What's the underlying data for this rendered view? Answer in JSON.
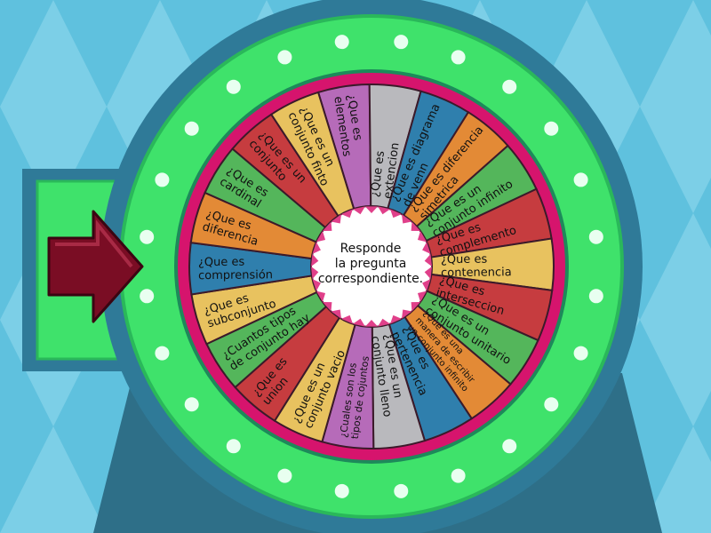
{
  "colors": {
    "background": "#5fc1de",
    "background_diamond": "#7ccfe7",
    "stand": "#2e6f88",
    "rim_outer": "#2f7a98",
    "rim_green": "#3fe26b",
    "rim_pink": "#d6146d",
    "pointer": "#7a0d24",
    "light": "#e8fff0"
  },
  "wheel": {
    "center_text": [
      "Responde",
      "la pregunta",
      "correspondiente."
    ],
    "segments": [
      {
        "label": [
          "¿Que es",
          "elementos"
        ],
        "color": "#b66bb9"
      },
      {
        "label": [
          "¿Que es",
          "extencion"
        ],
        "color": "#b9b9bd"
      },
      {
        "label": [
          "¿Que es diagrama",
          "de venn"
        ],
        "color": "#2f7fad"
      },
      {
        "label": [
          "¿Que es diferencia",
          "simetrica"
        ],
        "color": "#e38a36"
      },
      {
        "label": [
          "¿Que es un",
          "conjunto infinito"
        ],
        "color": "#54b65b"
      },
      {
        "label": [
          "¿Que es",
          "complemento"
        ],
        "color": "#c63c3f"
      },
      {
        "label": [
          "¿Que es",
          "contenencia"
        ],
        "color": "#e8c25f"
      },
      {
        "label": [
          "¿Que es",
          "interseccion"
        ],
        "color": "#c63c3f"
      },
      {
        "label": [
          "¿Que es un",
          "conjunto unitario"
        ],
        "color": "#54b65b"
      },
      {
        "label": [
          "¿Que es una",
          "manera de escribir",
          "un conjunto infinito"
        ],
        "color": "#e38a36"
      },
      {
        "label": [
          "¿Que es",
          "pertenencia"
        ],
        "color": "#2f7fad"
      },
      {
        "label": [
          "¿Que es un",
          "conjunto lleno"
        ],
        "color": "#b9b9bd"
      },
      {
        "label": [
          "¿Cuales son los",
          "tipos de cojuntos"
        ],
        "color": "#b66bb9"
      },
      {
        "label": [
          "¿Que es un",
          "conjunto vacio"
        ],
        "color": "#e8c25f"
      },
      {
        "label": [
          "¿Que es",
          "union"
        ],
        "color": "#c63c3f"
      },
      {
        "label": [
          "¿Cuantos tipos",
          "de conjunto hay"
        ],
        "color": "#54b65b"
      },
      {
        "label": [
          "¿Que es",
          "subconjunto"
        ],
        "color": "#e8c25f"
      },
      {
        "label": [
          "¿Que es",
          "comprensión"
        ],
        "color": "#2f7fad"
      },
      {
        "label": [
          "¿Que es",
          "diferencia"
        ],
        "color": "#e38a36"
      },
      {
        "label": [
          "¿Que es",
          "cardinal"
        ],
        "color": "#54b65b"
      },
      {
        "label": [
          "¿Que es un",
          "conjunto"
        ],
        "color": "#c63c3f"
      },
      {
        "label": [
          "¿Que es un",
          "conjunto finto"
        ],
        "color": "#e8c25f"
      }
    ]
  }
}
